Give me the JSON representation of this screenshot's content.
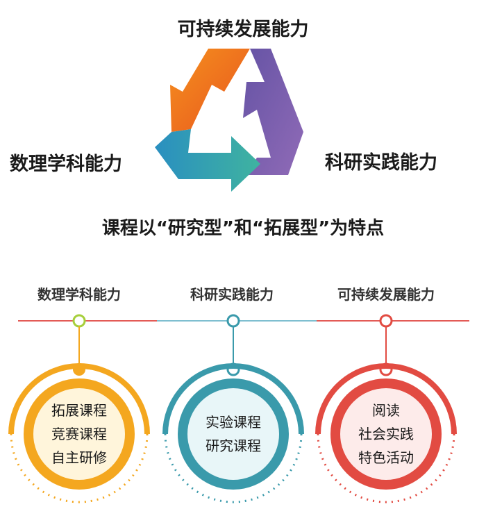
{
  "top_label": "可持续发展能力",
  "left_label": "数理学科能力",
  "right_label": "科研实践能力",
  "subtitle": "课程以“研究型”和“拓展型”为特点",
  "arrow_colors": {
    "orange": "#f07a1c",
    "purple": "#7b5aa8",
    "teal": "#2f9bb0"
  },
  "columns": [
    {
      "title": "数理学科能力",
      "color": "#f4a71f",
      "items": [
        "拓展课程",
        "竞赛课程",
        "自主研修"
      ]
    },
    {
      "title": "科研实践能力",
      "color": "#3a9aab",
      "items": [
        "实验课程",
        "研究课程"
      ]
    },
    {
      "title": "可持续发展能力",
      "color": "#e24b42",
      "items": [
        "阅读",
        "社会实践",
        "特色活动"
      ]
    }
  ]
}
